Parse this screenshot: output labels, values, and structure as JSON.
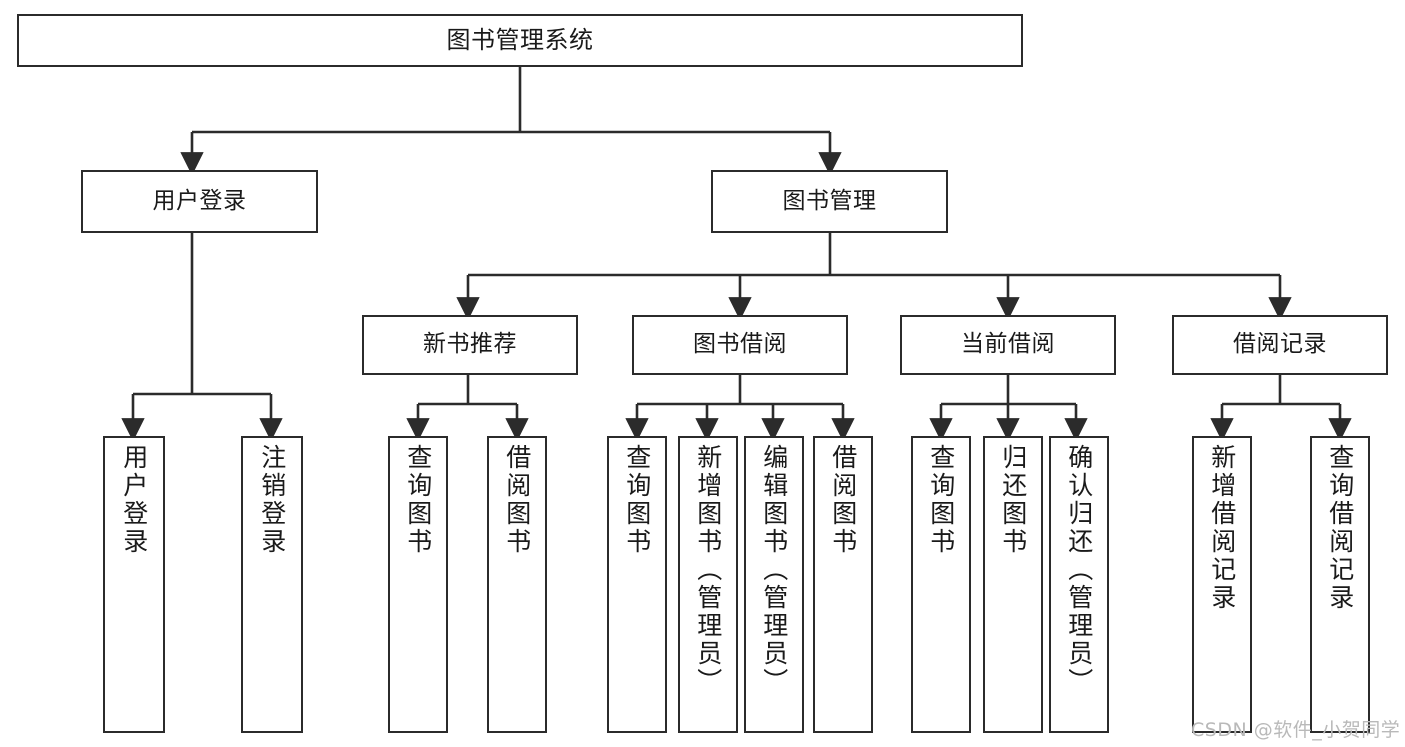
{
  "diagram": {
    "title": "图书管理系统",
    "type": "function-structure-tree",
    "orientation": "top-down",
    "colors": {
      "box_border": "#2b2b2b",
      "box_fill": "#ffffff",
      "edge": "#2b2b2b",
      "text": "#1a1a1a",
      "watermark": "#b9b9b9",
      "background": "#ffffff"
    },
    "levels": {
      "root": {
        "label": "图书管理系统"
      },
      "level2": [
        {
          "id": "user-login",
          "label": "用户登录"
        },
        {
          "id": "book-management",
          "label": "图书管理"
        }
      ],
      "level3": [
        {
          "id": "new-book-recommend",
          "label": "新书推荐",
          "parent": "book-management"
        },
        {
          "id": "book-borrow",
          "label": "图书借阅",
          "parent": "book-management"
        },
        {
          "id": "current-borrow",
          "label": "当前借阅",
          "parent": "book-management"
        },
        {
          "id": "borrow-record",
          "label": "借阅记录",
          "parent": "book-management"
        }
      ],
      "leaves": [
        {
          "id": "leaf-user-login",
          "label": "用户登录",
          "parent": "user-login"
        },
        {
          "id": "leaf-logout-login",
          "label": "注销登录",
          "parent": "user-login"
        },
        {
          "id": "leaf-query-book-1",
          "label": "查询图书",
          "parent": "new-book-recommend"
        },
        {
          "id": "leaf-borrow-book-1",
          "label": "借阅图书",
          "parent": "new-book-recommend"
        },
        {
          "id": "leaf-query-book-2",
          "label": "查询图书",
          "parent": "book-borrow"
        },
        {
          "id": "leaf-add-book",
          "label": "新增图书（管理员）",
          "parent": "book-borrow"
        },
        {
          "id": "leaf-edit-book",
          "label": "编辑图书（管理员）",
          "parent": "book-borrow"
        },
        {
          "id": "leaf-borrow-book-2",
          "label": "借阅图书",
          "parent": "book-borrow"
        },
        {
          "id": "leaf-query-book-3",
          "label": "查询图书",
          "parent": "current-borrow"
        },
        {
          "id": "leaf-return-book",
          "label": "归还图书",
          "parent": "current-borrow"
        },
        {
          "id": "leaf-confirm-return",
          "label": "确认归还（管理员）",
          "parent": "current-borrow"
        },
        {
          "id": "leaf-add-record",
          "label": "新增借阅记录",
          "parent": "borrow-record"
        },
        {
          "id": "leaf-query-record",
          "label": "查询借阅记录",
          "parent": "borrow-record"
        }
      ]
    },
    "watermark": "CSDN @软件_小贺同学"
  }
}
